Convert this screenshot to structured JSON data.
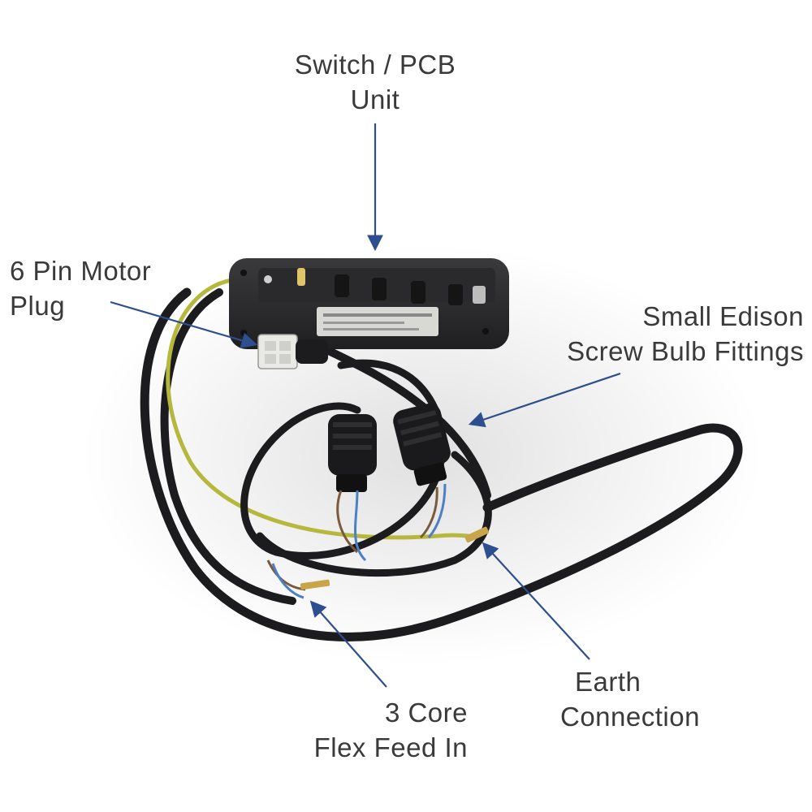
{
  "colors": {
    "background": "#ffffff",
    "label_text": "#3a3a3a",
    "arrow": "#2e4f8f",
    "cable": "#1c1c1e",
    "housing": "#2a2a2c",
    "earth_wire": "#b5b83c",
    "brown_wire": "#7a5a3a",
    "blue_wire": "#4d7fc4",
    "connector": "#e9e9e6",
    "terminal": "#c9a54a"
  },
  "labels": {
    "switch_pcb": {
      "line1": "Switch / PCB",
      "line2": "Unit"
    },
    "motor_plug": {
      "line1": "6 Pin Motor",
      "line2": "Plug"
    },
    "edison": {
      "line1": "Small Edison",
      "line2": "Screw Bulb Fittings"
    },
    "flex_feed": {
      "line1": "3 Core",
      "line2": "Flex Feed In"
    },
    "earth": {
      "line1": "Earth",
      "line2": "Connection"
    }
  }
}
